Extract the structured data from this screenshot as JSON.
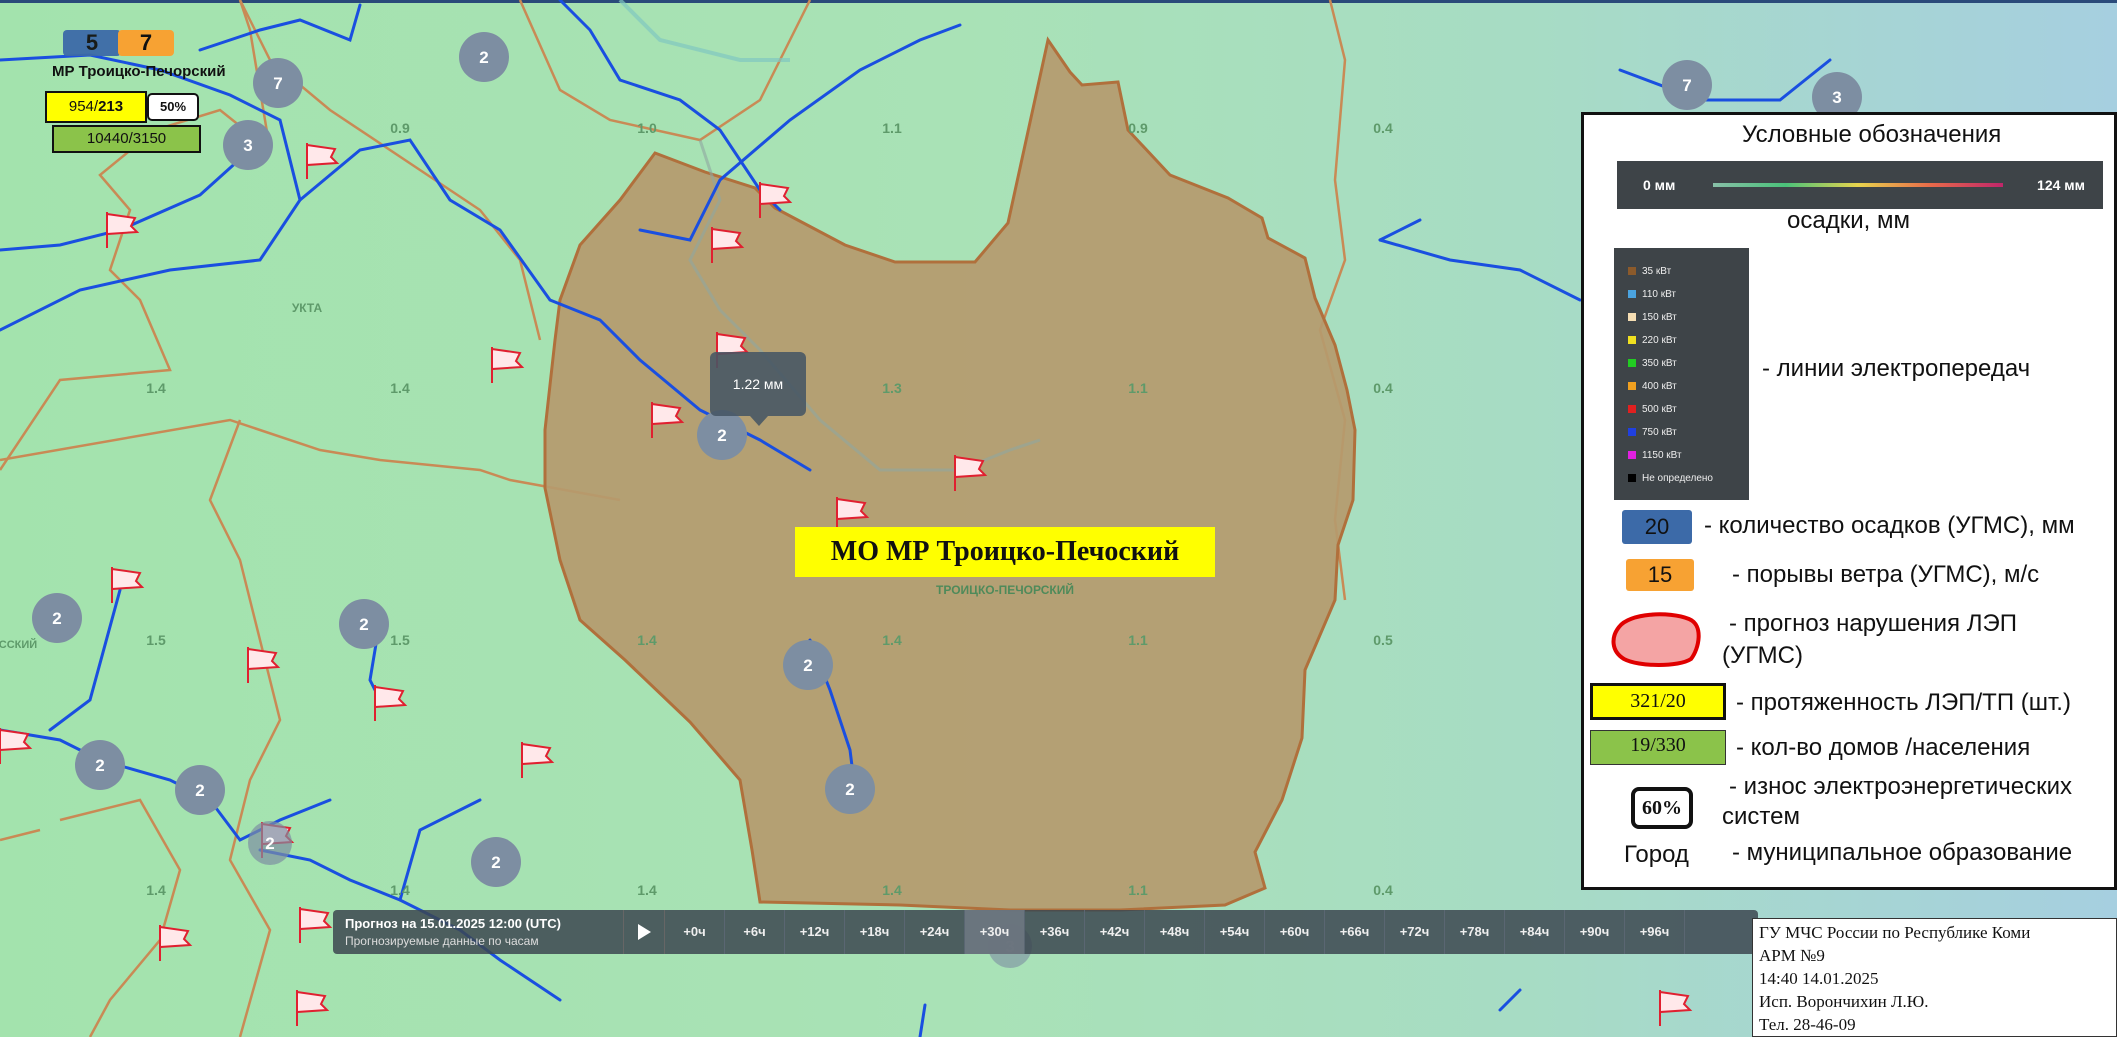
{
  "district_widget": {
    "precip": "5",
    "gust": "7",
    "name": "МР Троицко-Печорский",
    "lines_a": "954/",
    "lines_b": "213",
    "wear": "50%",
    "houses": "10440/3150"
  },
  "map": {
    "highlight_label": "МО МР Троицко-Печоский",
    "district_small_label": "ТРОИЦКО-ПЕЧОРСКИЙ",
    "city_label": "УКТА",
    "city_label_left": "ССКИЙ",
    "tooltip": "1.22 мм",
    "grid_values": [
      {
        "text": "0.9"
      },
      {
        "text": "1.0"
      },
      {
        "text": "1.1"
      },
      {
        "text": "0.9"
      },
      {
        "text": "0.4"
      },
      {
        "text": "1.4"
      },
      {
        "text": "1.4"
      },
      {
        "text": "1.3"
      },
      {
        "text": "1.1"
      },
      {
        "text": "0.4"
      },
      {
        "text": "1.5"
      },
      {
        "text": "1.5"
      },
      {
        "text": "1.4"
      },
      {
        "text": "1.4"
      },
      {
        "text": "1.1"
      },
      {
        "text": "0.5"
      },
      {
        "text": "1.4"
      },
      {
        "text": "1.4"
      },
      {
        "text": "1.4"
      },
      {
        "text": "1.4"
      },
      {
        "text": "1.1"
      },
      {
        "text": "0.4"
      }
    ],
    "clusters": [
      "2",
      "7",
      "3",
      "7",
      "3",
      "2",
      "2",
      "2",
      "2",
      "2",
      "2",
      "2",
      "2",
      "2",
      "3"
    ]
  },
  "timeline": {
    "title": "Прогноз на 15.01.2025 12:00 (UTC)",
    "subtitle": "Прогнозируемые данные по часам",
    "steps": [
      "+0ч",
      "+6ч",
      "+12ч",
      "+18ч",
      "+24ч",
      "+30ч",
      "+36ч",
      "+42ч",
      "+48ч",
      "+54ч",
      "+60ч",
      "+66ч",
      "+72ч",
      "+78ч",
      "+84ч",
      "+90ч",
      "+96ч"
    ],
    "active_step": "+30ч"
  },
  "legend": {
    "title": "Условные обозначения",
    "grad_min": "0 мм",
    "grad_max": "124 мм",
    "precip_caption": "осадки, мм",
    "line_types": [
      {
        "label": "35 кВт",
        "color": "#8b5a2b"
      },
      {
        "label": "110 кВт",
        "color": "#4aa3df"
      },
      {
        "label": "150 кВт",
        "color": "#f5deb3"
      },
      {
        "label": "220 кВт",
        "color": "#f0e020"
      },
      {
        "label": "350 кВт",
        "color": "#22cc22"
      },
      {
        "label": "400 кВт",
        "color": "#f0a020"
      },
      {
        "label": "500 кВт",
        "color": "#e02020"
      },
      {
        "label": "750 кВт",
        "color": "#2040e0"
      },
      {
        "label": "1150 кВт",
        "color": "#e020e0"
      },
      {
        "label": "Не определено",
        "color": "#000000"
      }
    ],
    "lines_caption": "- линии электропередач",
    "precip_chip": "20",
    "precip_desc": "- количество осадков (УГМС), мм",
    "gust_chip": "15",
    "gust_desc": "- порывы ветра (УГМС), м/с",
    "forecast_desc_1": "- прогноз нарушения ЛЭП",
    "forecast_desc_2": "(УГМС)",
    "length_chip": "321/20",
    "length_desc": "- протяженность ЛЭП/ТП (шт.)",
    "houses_chip": "19/330",
    "houses_desc": "- кол-во домов /населения",
    "wear_chip": "60%",
    "wear_desc_1": "- износ электроэнергетических",
    "wear_desc_2": "систем",
    "city_chip": "Город",
    "city_desc": "- муниципальное образование"
  },
  "stamp": {
    "line1": "ГУ МЧС России по Республике Коми",
    "line2": "АРМ №9",
    "line3": "14:40  14.01.2025",
    "line4": "Исп. Ворончихин Л.Ю.",
    "line5": "Тел. 28-46-09"
  },
  "colors": {
    "district_fill": "#b59a6e",
    "district_border": "#b0703c",
    "power_line": "#1a4fe0",
    "cluster": "#7d8ea2",
    "highlight": "#ffff00"
  }
}
